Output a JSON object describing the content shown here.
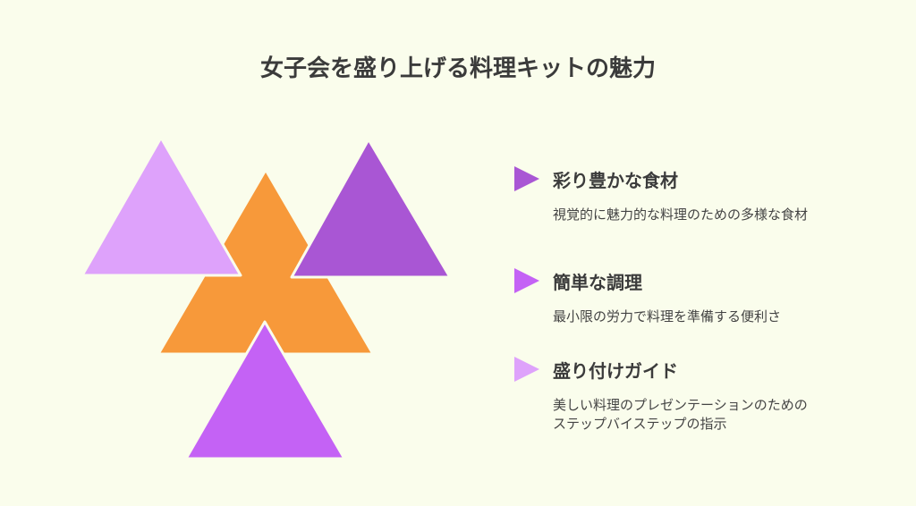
{
  "title": "女子会を盛り上げる料理キットの魅力",
  "colors": {
    "background": "#fafdec",
    "light_purple": "#dea2fb",
    "orange": "#f7993a",
    "deep_purple": "#a956d4",
    "violet": "#c462f5"
  },
  "items": [
    {
      "title": "彩り豊かな食材",
      "description": "視覚的に魅力的な料理のための多様な食材",
      "marker_color": "#a956d4"
    },
    {
      "title": "簡単な調理",
      "description": "最小限の労力で料理を準備する便利さ",
      "marker_color": "#c462f5"
    },
    {
      "title": "盛り付けガイド",
      "description": "美しい料理のプレゼンテーションのための\nステップバイステップの指示",
      "marker_color": "#dea2fb"
    }
  ]
}
